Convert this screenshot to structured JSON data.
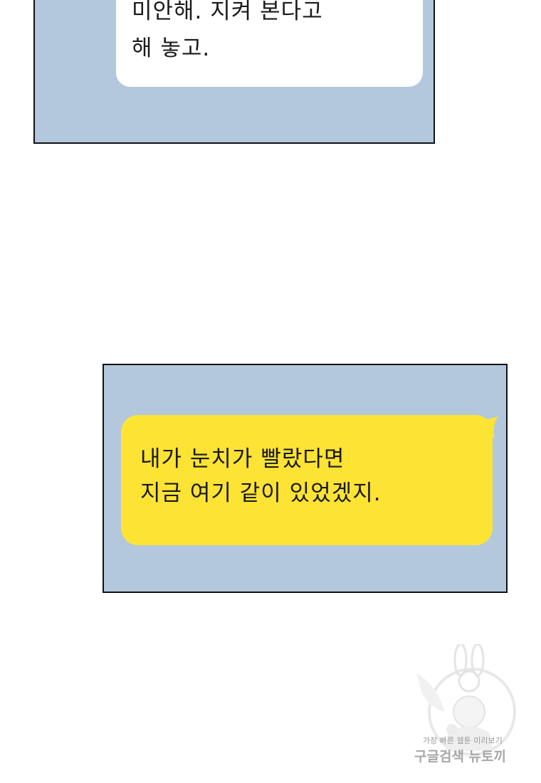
{
  "top_panel": {
    "bubble_lines": [
      "미안해. 지켜 본다고",
      "해 놓고."
    ]
  },
  "bottom_panel": {
    "bubble_lines": [
      "내가 눈치가 빨랐다면",
      "지금 여기 같이 있었겠지."
    ]
  },
  "watermark": {
    "tagline": "가장 빠른 웹툰 미리보기",
    "brand": "구글검색 뉴토끼"
  },
  "colors": {
    "panel_background": "#b3c8dc",
    "white_bubble": "#ffffff",
    "yellow_bubble": "#fde334",
    "panel_border": "#111111"
  }
}
